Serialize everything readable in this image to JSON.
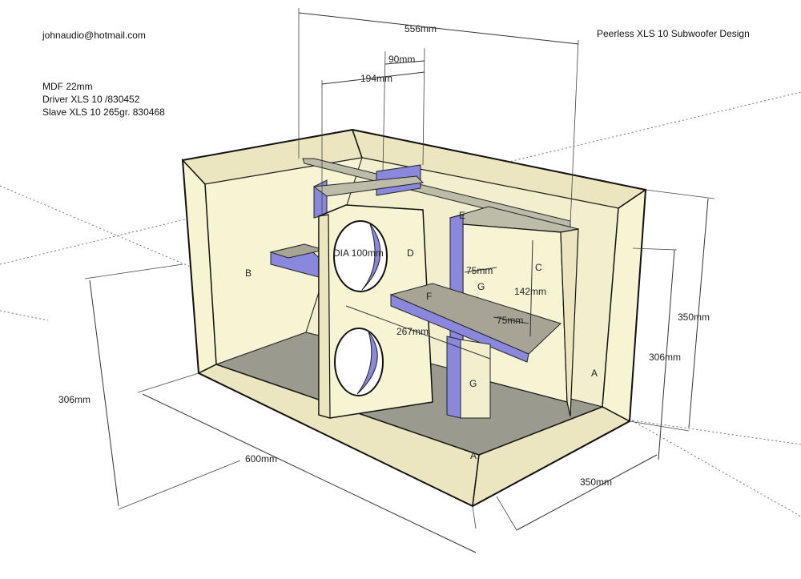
{
  "header": {
    "email": "johnaudio@hotmail.com",
    "title": "Peerless XLS 10 Subwoofer Design"
  },
  "specs": {
    "material": "MDF 22mm",
    "driver": "Driver XLS 10 /830452",
    "slave": "Slave XLS 10 265gr. 830468"
  },
  "dimensions": {
    "top_width": "556mm",
    "port_width": "90mm",
    "port_offset": "194mm",
    "length": "600mm",
    "depth": "350mm",
    "inner_depth": "350mm",
    "left_height": "306mm",
    "right_height": "306mm",
    "outer_height": "350mm",
    "hole_dia": "DIA 100mm",
    "shelf_span": "267mm",
    "g_width": "75mm",
    "c_height": "142mm",
    "shelf_gap": "75mm"
  },
  "panels": {
    "A_bottom": "A",
    "A_side": "A",
    "B": "B",
    "C": "C",
    "D": "D",
    "E": "E",
    "F": "F",
    "G_upper": "G",
    "G_lower": "G"
  },
  "colors": {
    "mdf_face": "#f7f4d4",
    "mdf_edge": "#ebe6bf",
    "floor": "#9a9a8e",
    "shelf_top": "#a7a496",
    "strut": "#8a88dd",
    "strut_dark": "#6e6cc8"
  }
}
